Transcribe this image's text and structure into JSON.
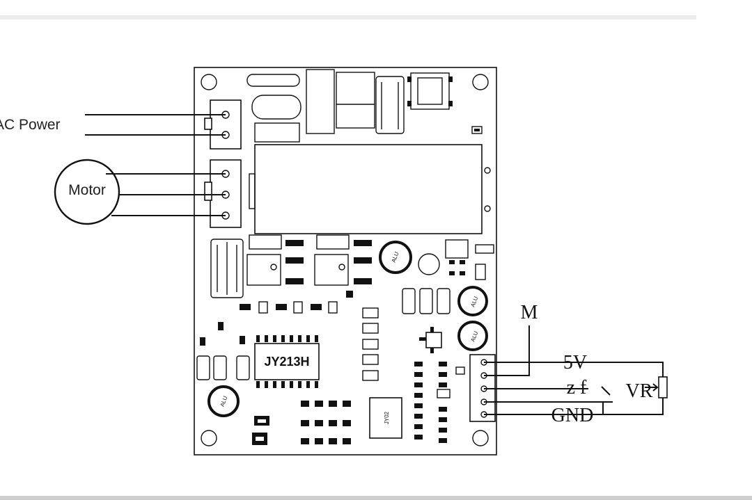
{
  "labels": {
    "ac_power": "AC Power",
    "motor": "Motor",
    "m": "M",
    "v5": "5V",
    "zf": "z f",
    "gnd": "GND",
    "vr": "VR",
    "chip_main": "JY213H",
    "chip_small": "JY02",
    "cap_alu": "ALU"
  }
}
